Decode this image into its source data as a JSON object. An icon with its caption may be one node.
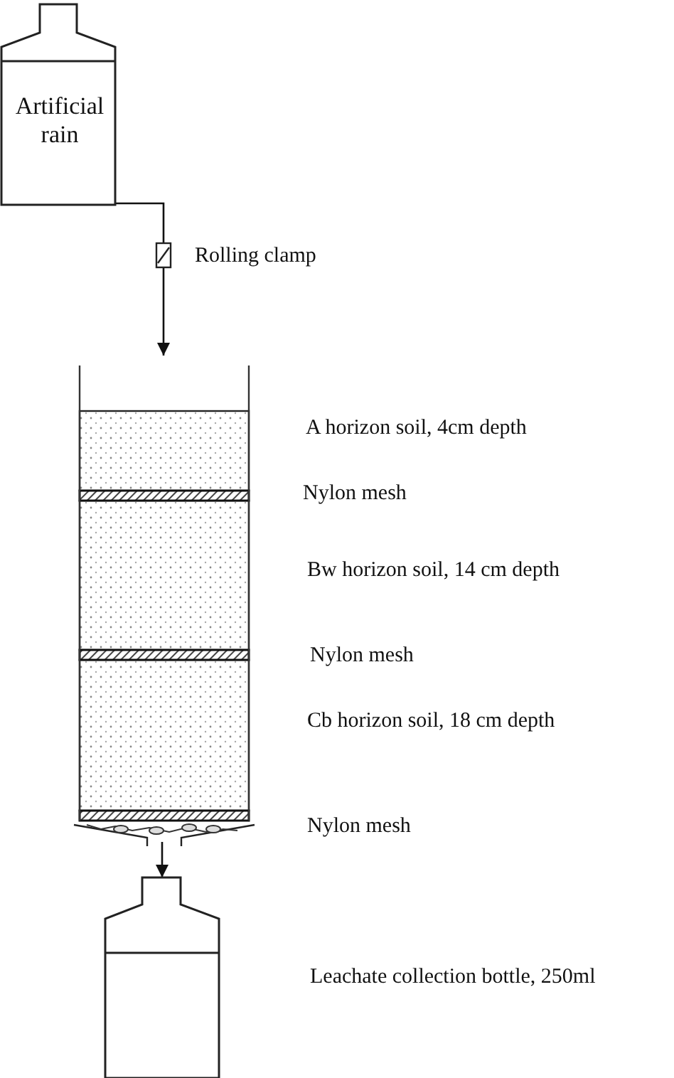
{
  "diagram": {
    "nodes": [
      {
        "text": [
          "Artificial rain"
        ]
      },
      {
        "text": [],
        "shape": "cylinder"
      },
      {
        "text": [],
        "shape": "bottle"
      }
    ],
    "edges": [
      {
        "from": 0,
        "to": 1,
        "arrow": "to"
      },
      {
        "from": 1,
        "to": 2,
        "arrow": "to"
      }
    ],
    "labels": [
      "Rolling clamp",
      "A horizon soil, 4cm depth",
      "Nylon mesh",
      "Bw horizon soil, 14 cm depth",
      "Nylon mesh",
      "Cb horizon soil, 18 cm depth",
      "Nylon mesh",
      "Leachate collection bottle, 250ml"
    ]
  }
}
